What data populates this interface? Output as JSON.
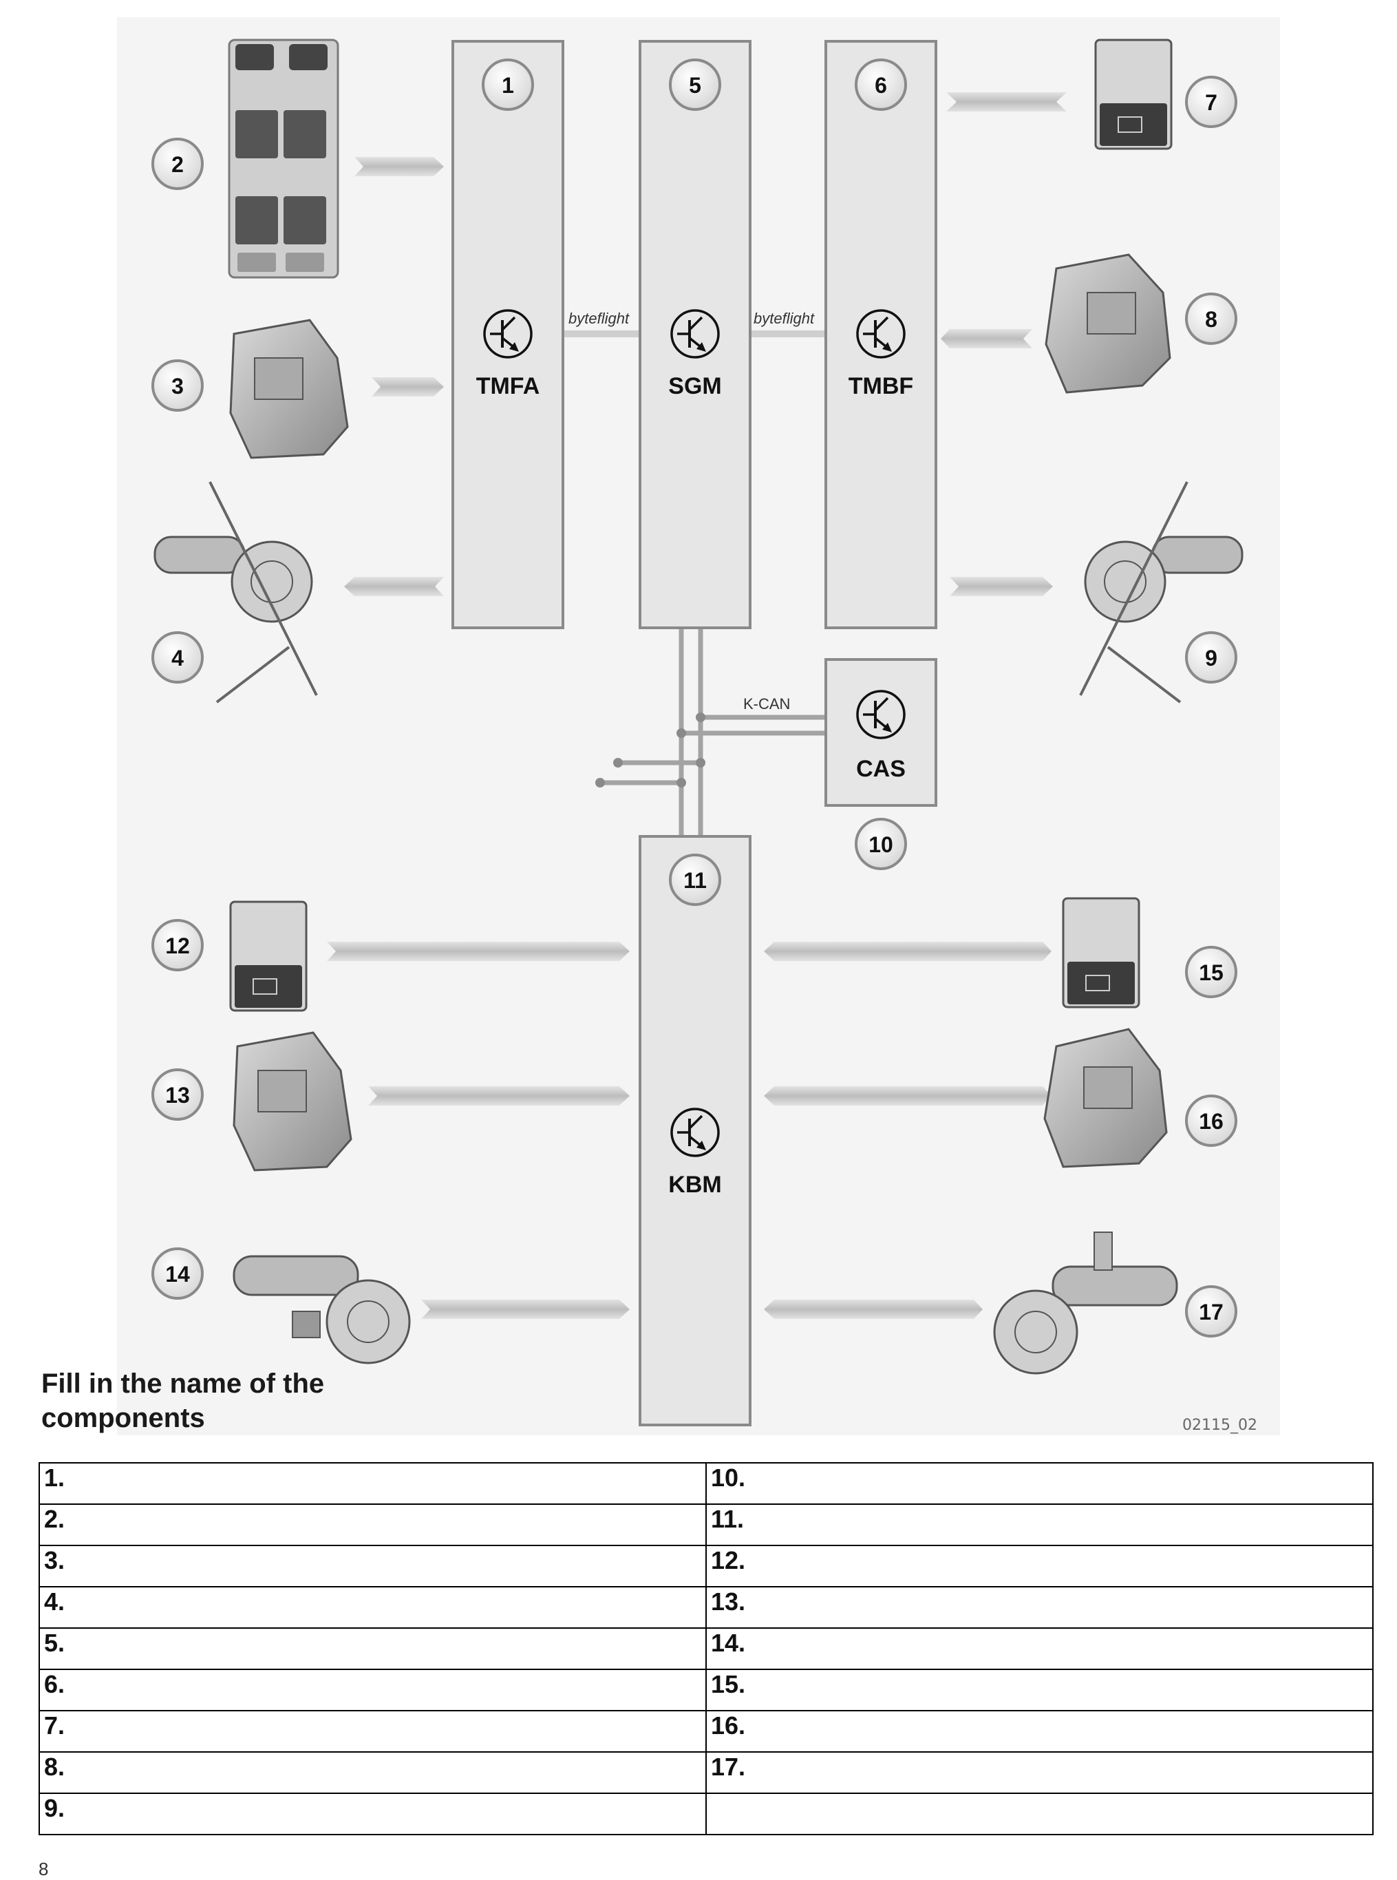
{
  "callouts": [
    "1",
    "2",
    "3",
    "4",
    "5",
    "6",
    "7",
    "8",
    "9",
    "10",
    "11",
    "12",
    "13",
    "14",
    "15",
    "16",
    "17"
  ],
  "modules": {
    "tmfa": "TMFA",
    "sgm": "SGM",
    "tmbf": "TMBF",
    "cas": "CAS",
    "kbm": "KBM"
  },
  "bus_labels": {
    "byteflight_left": "byteflight",
    "byteflight_right": "byteflight",
    "kcan": "K-CAN"
  },
  "caption": "Fill in the name of the components",
  "figure_id": "02115_02",
  "table": {
    "left": [
      "1.",
      "2.",
      "3.",
      "4.",
      "5.",
      "6.",
      "7.",
      "8.",
      "9."
    ],
    "right": [
      "10.",
      "11.",
      "12.",
      "13.",
      "14.",
      "15.",
      "16.",
      "17.",
      ""
    ]
  },
  "page_number": "8",
  "colors": {
    "background": "#f4f4f4",
    "module_fill": "#e6e6e6",
    "module_stroke": "#8a8a8a",
    "arrow": "#c8c8c8",
    "bus": "#9a9a9a"
  },
  "icons": [
    "window-switch-block-icon",
    "door-lock-icon",
    "window-motor-icon",
    "single-window-switch-icon",
    "transistor-symbol-icon"
  ]
}
